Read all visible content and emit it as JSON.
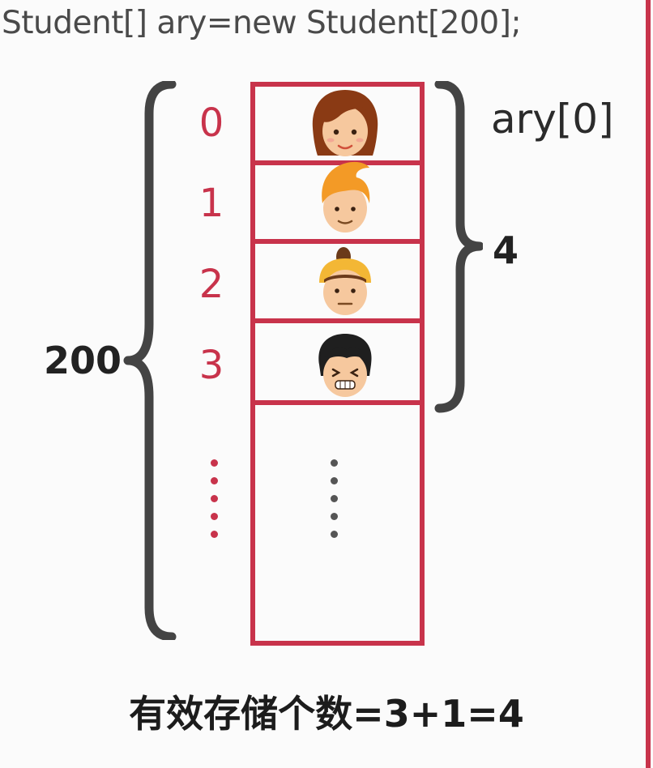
{
  "code": "Student[] ary=new Student[200];",
  "indices": [
    "0",
    "1",
    "2",
    "3"
  ],
  "array_size_label": "200",
  "used_count_label": "4",
  "element_ref_label": "ary[0]",
  "formula": "有效存储个数=3+1=4",
  "colors": {
    "accent": "#c8334b",
    "text": "#222222",
    "brace": "#444444"
  },
  "icons": [
    "girl-face-icon",
    "blond-boy-face-icon",
    "topknot-boy-face-icon",
    "dark-hair-boy-face-icon"
  ]
}
